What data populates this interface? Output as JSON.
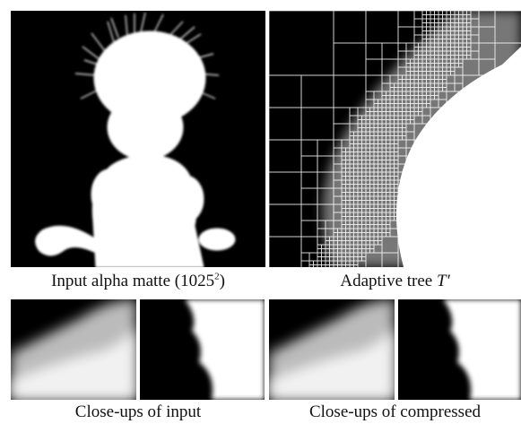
{
  "figure": {
    "panels": [
      {
        "id": "input",
        "caption_prefix": "Input alpha matte (1025",
        "caption_sup": "2",
        "caption_suffix": ")"
      },
      {
        "id": "tree",
        "caption_prefix": "Adaptive tree ",
        "caption_italic": "T'"
      }
    ],
    "closeups": [
      {
        "id": "input",
        "caption": "Close-ups of input"
      },
      {
        "id": "compressed",
        "caption": "Close-ups of compressed"
      }
    ]
  },
  "colors": {
    "background": "#000000",
    "matte": "#ffffff",
    "tree_lines": "#ffffff",
    "caption_text": "#111111"
  }
}
